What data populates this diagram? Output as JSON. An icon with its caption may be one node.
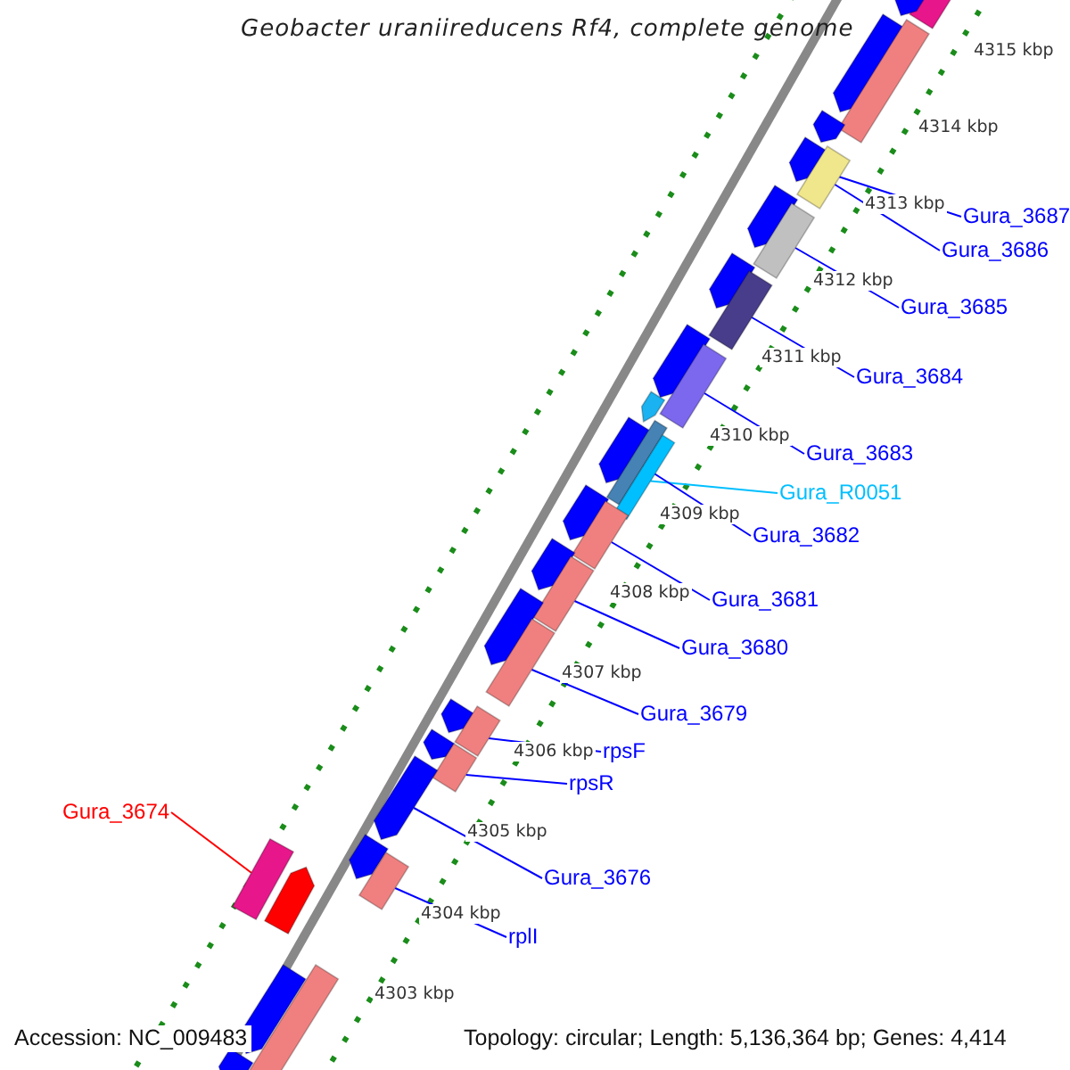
{
  "diagram": {
    "title": "Geobacter uraniireducens Rf4, complete genome",
    "nodes": [
      {
        "text": [
          "Gura_3687"
        ]
      },
      {
        "text": [
          "Gura_3686"
        ]
      },
      {
        "text": [
          "Gura_3685"
        ]
      },
      {
        "text": [
          "Gura_3684"
        ]
      },
      {
        "text": [
          "Gura_3683"
        ]
      },
      {
        "text": [
          "Gura_R0051"
        ]
      },
      {
        "text": [
          "Gura_3682"
        ]
      },
      {
        "text": [
          "Gura_3681"
        ]
      },
      {
        "text": [
          "Gura_3680"
        ]
      },
      {
        "text": [
          "Gura_3679"
        ]
      },
      {
        "text": [
          "rpsF"
        ]
      },
      {
        "text": [
          "rpsR"
        ]
      },
      {
        "text": [
          "Gura_3674"
        ]
      },
      {
        "text": [
          "Gura_3676"
        ]
      },
      {
        "text": [
          "rplI"
        ]
      },
      {
        "text": [],
        "shape": "bar"
      },
      {
        "text": [],
        "shape": "arrow"
      },
      {
        "text": [],
        "shape": "arrow"
      },
      {
        "text": [],
        "shape": "bar"
      },
      {
        "text": [],
        "shape": "arrow"
      },
      {
        "text": [],
        "shape": "arrow"
      },
      {
        "text": [],
        "shape": "bar"
      },
      {
        "text": [],
        "shape": "arrow"
      },
      {
        "text": [],
        "shape": "bar"
      },
      {
        "text": [],
        "shape": "arrow"
      },
      {
        "text": [],
        "shape": "bar"
      },
      {
        "text": [],
        "shape": "arrow"
      },
      {
        "text": [],
        "shape": "bar"
      },
      {
        "text": [],
        "shape": "arrow"
      },
      {
        "text": [],
        "shape": "arrow"
      },
      {
        "text": [],
        "shape": "bar"
      },
      {
        "text": [],
        "shape": "bar"
      },
      {
        "text": [],
        "shape": "arrow"
      },
      {
        "text": [],
        "shape": "bar"
      },
      {
        "text": [],
        "shape": "arrow"
      },
      {
        "text": [],
        "shape": "bar"
      },
      {
        "text": [],
        "shape": "arrow"
      },
      {
        "text": [],
        "shape": "bar"
      },
      {
        "text": [],
        "shape": "arrow"
      },
      {
        "text": [],
        "shape": "bar"
      },
      {
        "text": [],
        "shape": "arrow"
      },
      {
        "text": [],
        "shape": "bar"
      },
      {
        "text": [],
        "shape": "arrow"
      },
      {
        "text": [],
        "shape": "bar"
      },
      {
        "text": [],
        "shape": "arrow"
      },
      {
        "text": [],
        "shape": "arrow"
      },
      {
        "text": [],
        "shape": "bar"
      },
      {
        "text": [],
        "shape": "arrow"
      },
      {
        "text": [],
        "shape": "bar"
      },
      {
        "text": [],
        "shape": "arrow"
      }
    ],
    "edges": [
      {
        "from": 0,
        "to": 20,
        "arrow": "none"
      },
      {
        "from": 1,
        "to": 21,
        "arrow": "none"
      },
      {
        "from": 2,
        "to": 23,
        "arrow": "none"
      },
      {
        "from": 3,
        "to": 25,
        "arrow": "none"
      },
      {
        "from": 4,
        "to": 27,
        "arrow": "none"
      },
      {
        "from": 5,
        "to": 31,
        "arrow": "none",
        "color": "#00bfff"
      },
      {
        "from": 6,
        "to": 30,
        "arrow": "none"
      },
      {
        "from": 7,
        "to": 33,
        "arrow": "none"
      },
      {
        "from": 8,
        "to": 35,
        "arrow": "none"
      },
      {
        "from": 9,
        "to": 37,
        "arrow": "none"
      },
      {
        "from": 10,
        "to": 39,
        "arrow": "none"
      },
      {
        "from": 11,
        "to": 41,
        "arrow": "none"
      },
      {
        "from": 12,
        "to": 43,
        "arrow": "none",
        "color": "#ff0000"
      },
      {
        "from": 13,
        "to": 42,
        "arrow": "none"
      },
      {
        "from": 14,
        "to": 46,
        "arrow": "none"
      }
    ],
    "labels": [
      "4315 kbp",
      "4314 kbp",
      "4313 kbp",
      "4312 kbp",
      "4311 kbp",
      "4310 kbp",
      "4309 kbp",
      "4308 kbp",
      "4307 kbp",
      "4306 kbp",
      "4305 kbp",
      "4304 kbp",
      "4303 kbp",
      "Accession: NC_009483",
      "Topology: circular; Length: 5,136,364 bp; Genes: 4,414"
    ]
  }
}
